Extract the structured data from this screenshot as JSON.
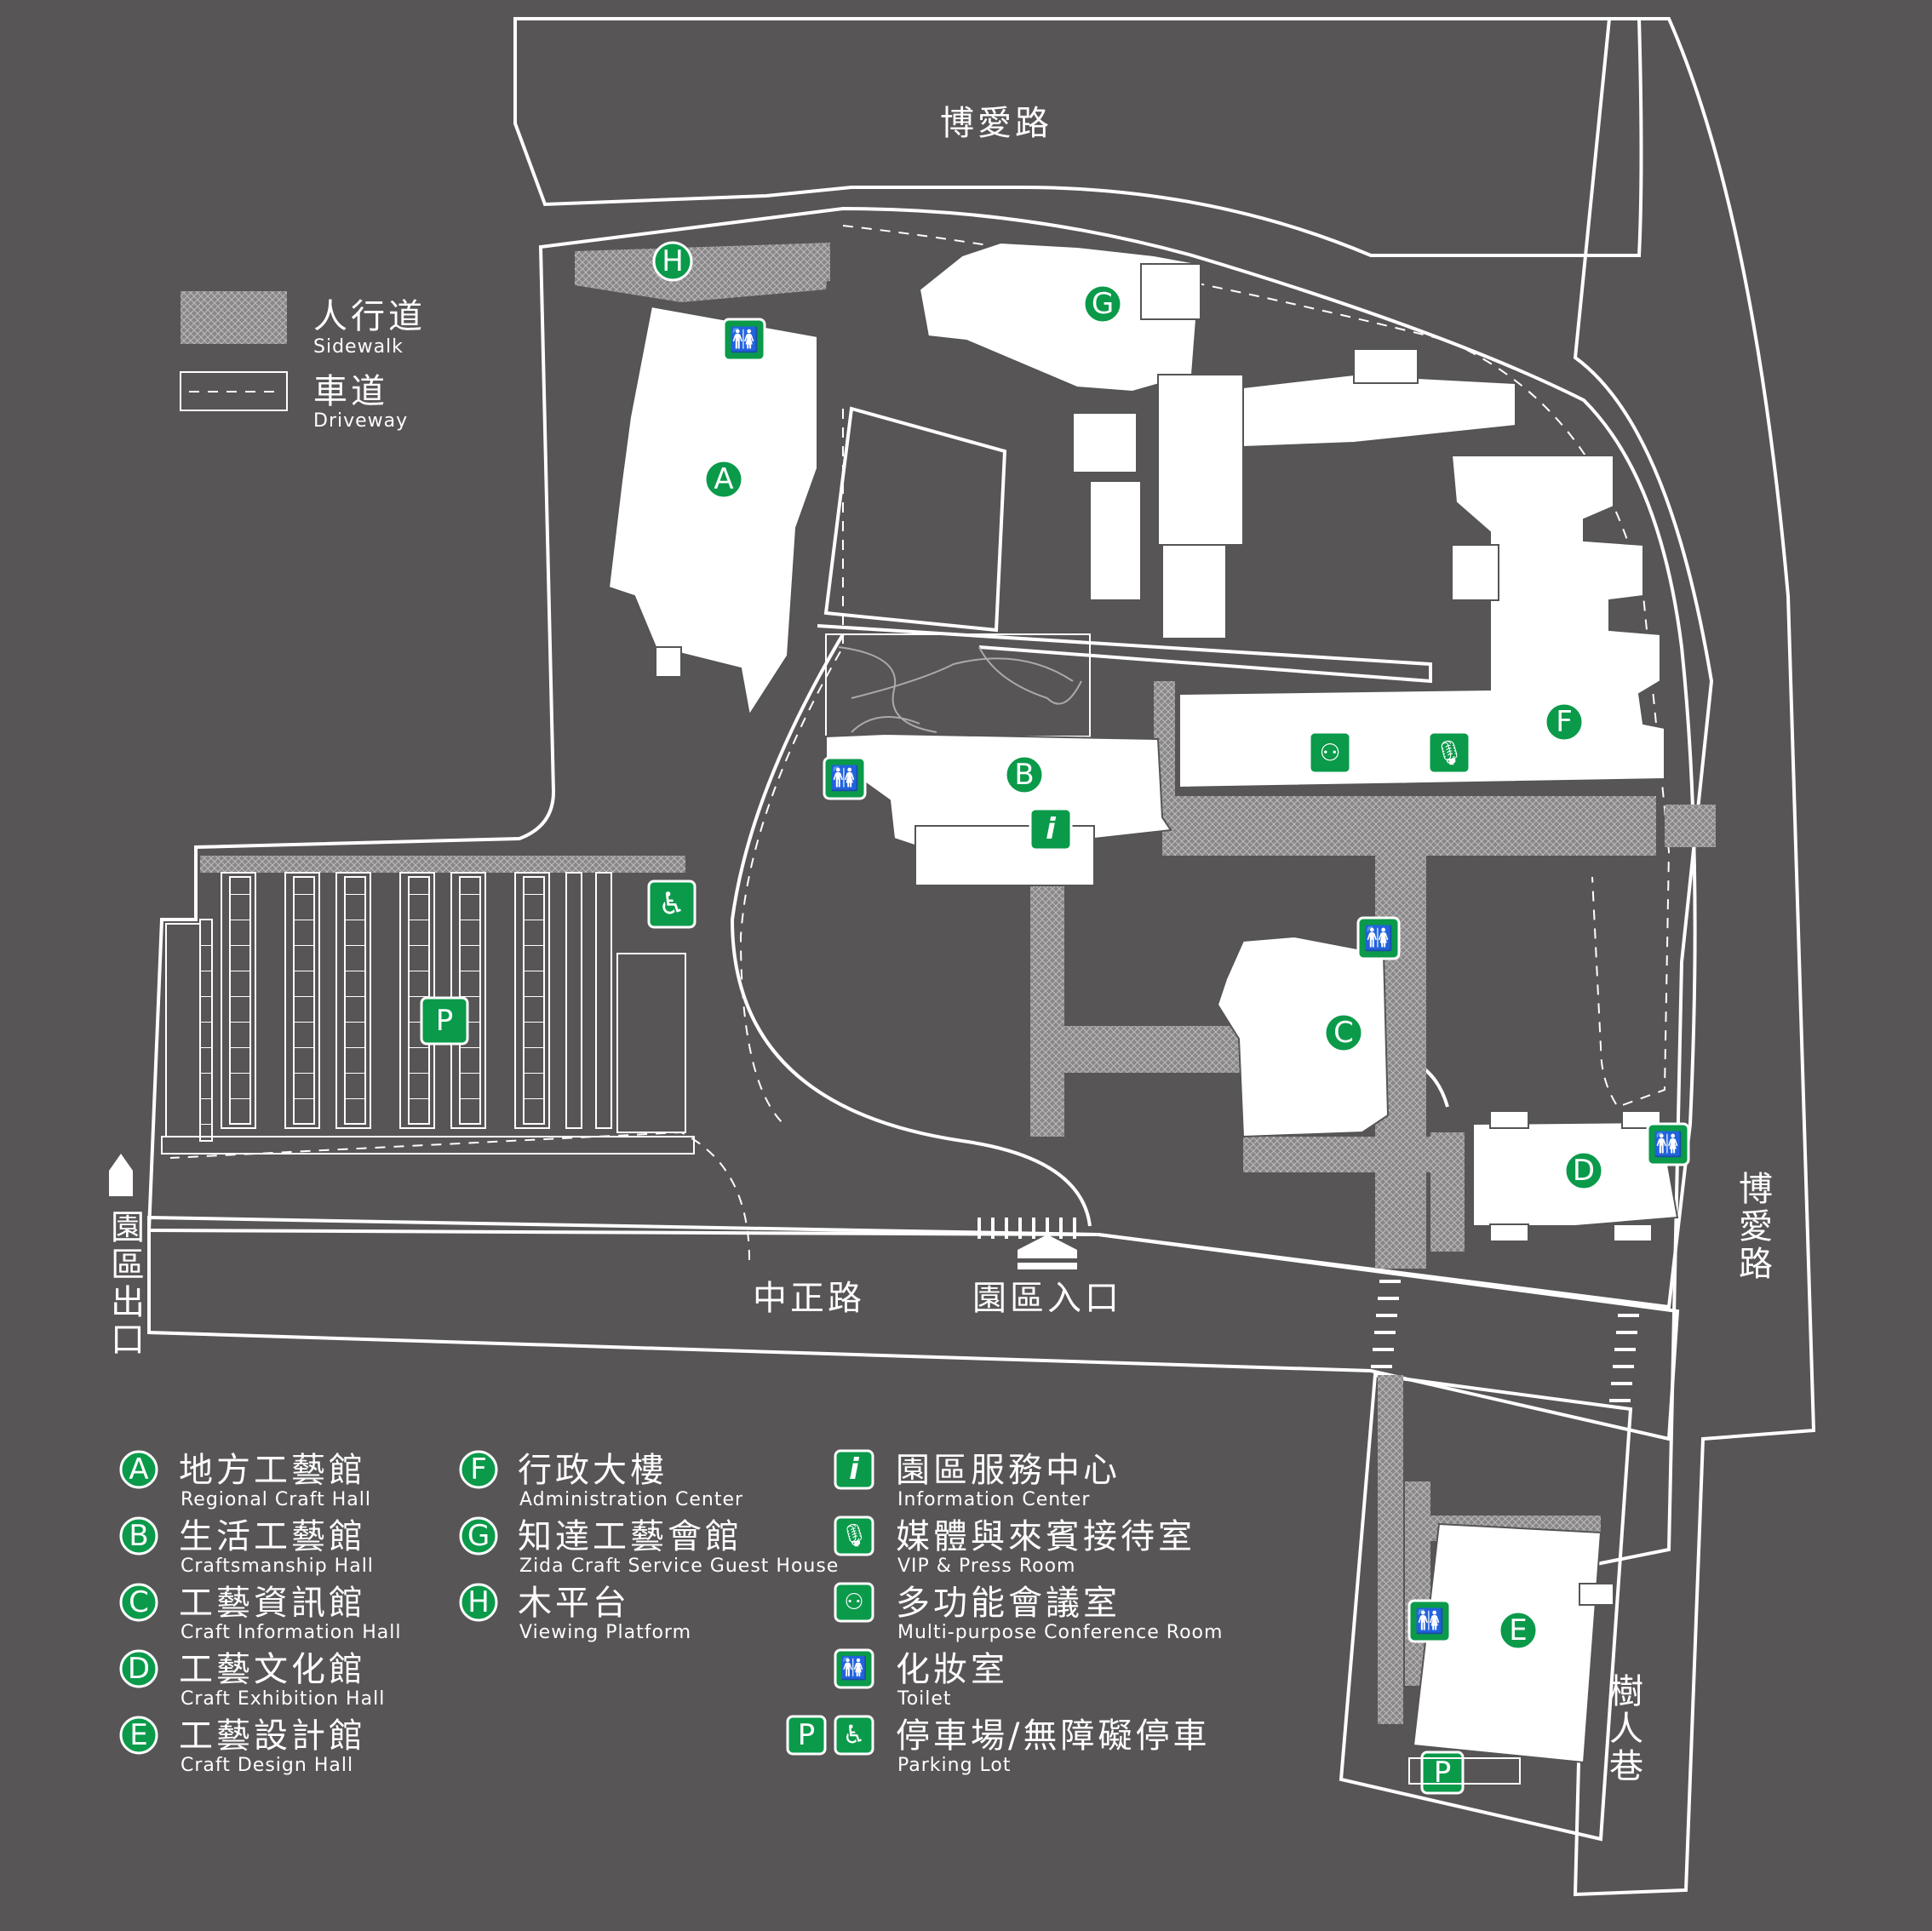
{
  "roads": {
    "boai_top": "博愛路",
    "boai_right": "博愛路",
    "zhongzheng": "中正路",
    "shuren": "樹人巷",
    "entrance": "園區入口",
    "exit": "園區出口"
  },
  "legend_top": {
    "sidewalk_zh": "人行道",
    "sidewalk_en": "Sidewalk",
    "driveway_zh": "車道",
    "driveway_en": "Driveway"
  },
  "buildings": [
    {
      "letter": "A",
      "zh": "地方工藝館",
      "en": "Regional Craft Hall"
    },
    {
      "letter": "B",
      "zh": "生活工藝館",
      "en": "Craftsmanship Hall"
    },
    {
      "letter": "C",
      "zh": "工藝資訊館",
      "en": "Craft Information Hall"
    },
    {
      "letter": "D",
      "zh": "工藝文化館",
      "en": "Craft Exhibition Hall"
    },
    {
      "letter": "E",
      "zh": "工藝設計館",
      "en": "Craft Design Hall"
    },
    {
      "letter": "F",
      "zh": "行政大樓",
      "en": "Administration Center"
    },
    {
      "letter": "G",
      "zh": "知達工藝會館",
      "en": "Zida Craft Service Guest House"
    },
    {
      "letter": "H",
      "zh": "木平台",
      "en": "Viewing Platform"
    }
  ],
  "facilities": [
    {
      "icon": "info-icon",
      "glyph": "i",
      "zh": "園區服務中心",
      "en": "Information Center"
    },
    {
      "icon": "microphone-icon",
      "glyph": "🎙",
      "zh": "媒體與來賓接待室",
      "en": "VIP & Press Room"
    },
    {
      "icon": "conference-icon",
      "glyph": "⚇",
      "zh": "多功能會議室",
      "en": "Multi-purpose Conference Room"
    },
    {
      "icon": "toilet-icon",
      "glyph": "🚻",
      "zh": "化妝室",
      "en": "Toilet"
    },
    {
      "icon": "parking-icon",
      "glyph": "P",
      "zh": "停車場/無障礙停車",
      "en": "Parking Lot"
    }
  ],
  "map_markers": {
    "parking": "P",
    "accessible": "♿",
    "info": "i"
  },
  "colors": {
    "background": "#585556",
    "accent": "#0a9a4a",
    "line": "#ffffff"
  }
}
